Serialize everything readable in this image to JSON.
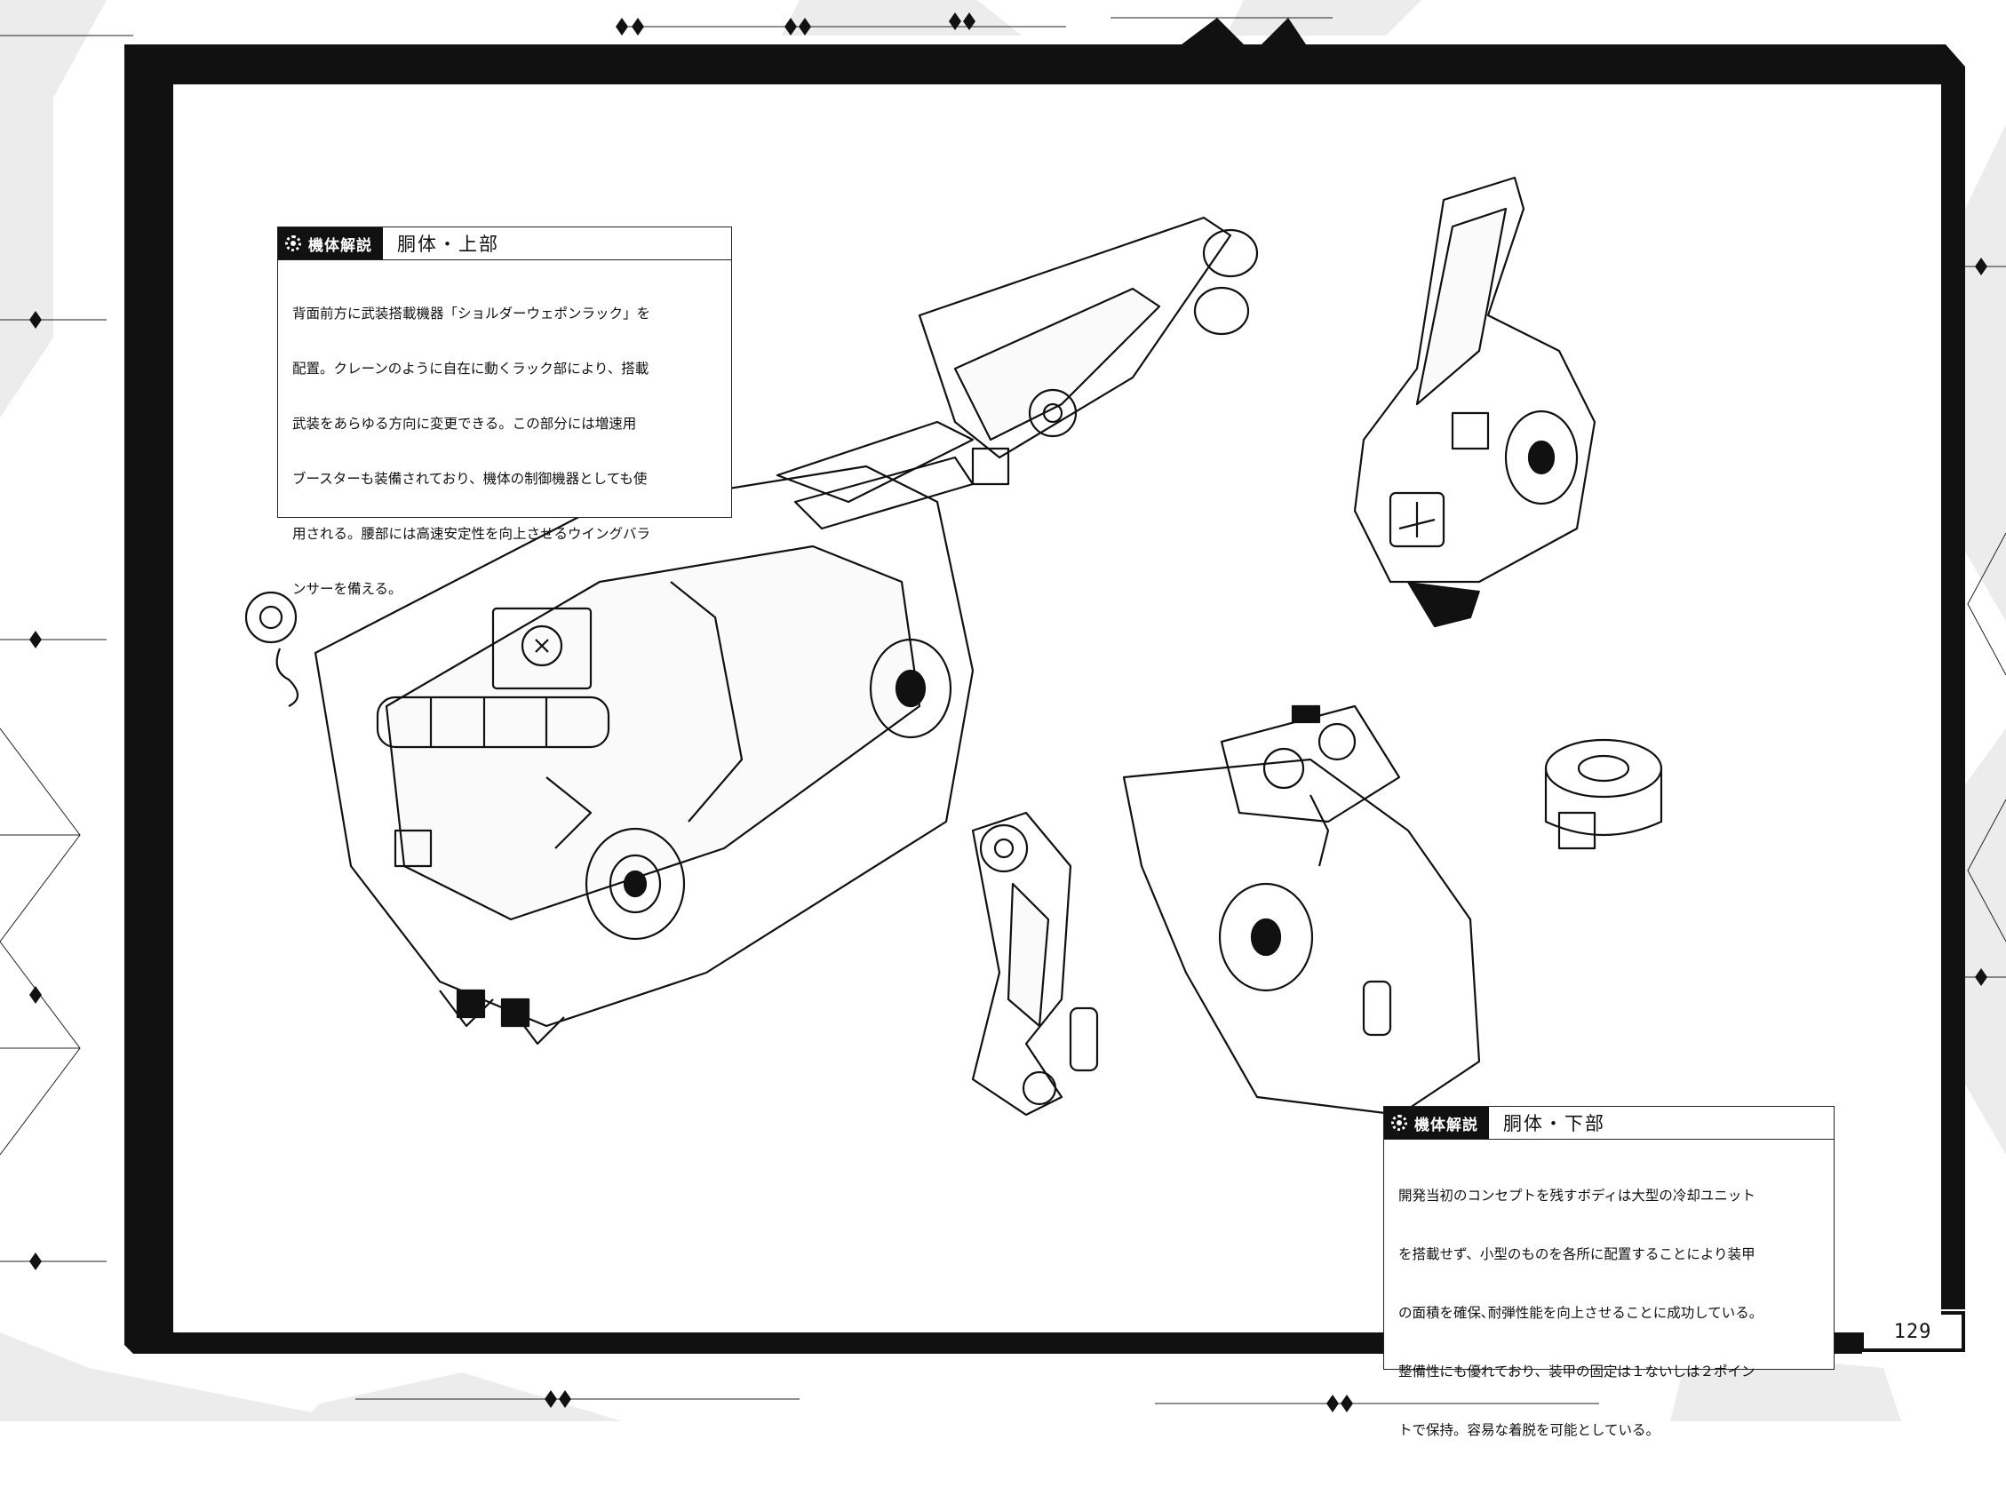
{
  "upper_box": {
    "tag": "機体解説",
    "title": "胴体・上部",
    "lines": [
      "背面前方に武装搭載機器「ショルダーウェポンラック」を",
      "配置。クレーンのように自在に動くラック部により、搭載",
      "武装をあらゆる方向に変更できる。この部分には増速用",
      "ブースターも装備されており、機体の制御機器としても使",
      "用される。腰部には高速安定性を向上させるウイングバラ",
      "ンサーを備える。"
    ]
  },
  "lower_box": {
    "tag": "機体解説",
    "title": "胴体・下部",
    "lines": [
      "開発当初のコンセプトを残すボディは大型の冷却ユニット",
      "を搭載せず、小型のものを各所に配置することにより装甲",
      "の面積を確保､耐弾性能を向上させることに成功している。",
      "整備性にも優れており、装甲の固定は１ないしは２ポイン",
      "トで保持。容易な着脱を可能としている。"
    ]
  },
  "page_number": "129",
  "icons": [
    "gear-icon",
    "mecha-illustration"
  ],
  "colors": {
    "frame": "#111111",
    "pattern": "#eeeeee",
    "ink": "#111111"
  }
}
